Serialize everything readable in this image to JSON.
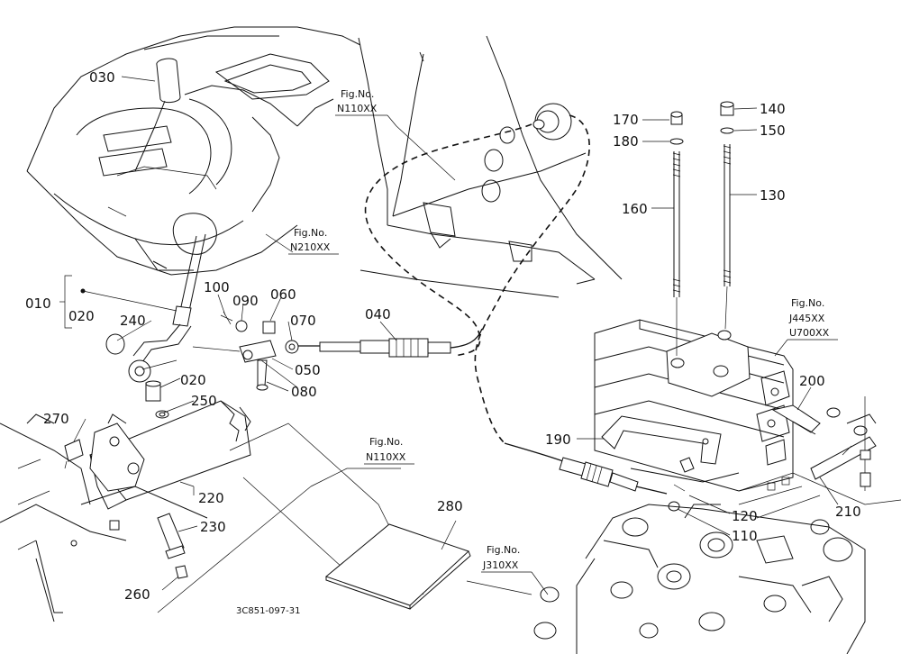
{
  "diagram_code": "3C851-097-31",
  "part_labels": {
    "p010": "010",
    "p020a": "020",
    "p020b": "020",
    "p030": "030",
    "p040": "040",
    "p050": "050",
    "p060": "060",
    "p070": "070",
    "p080": "080",
    "p090": "090",
    "p100": "100",
    "p110": "110",
    "p120": "120",
    "p130": "130",
    "p140": "140",
    "p150": "150",
    "p160": "160",
    "p170": "170",
    "p180": "180",
    "p190": "190",
    "p200": "200",
    "p210": "210",
    "p220": "220",
    "p230": "230",
    "p240": "240",
    "p250": "250",
    "p260": "260",
    "p270": "270",
    "p280": "280"
  },
  "fig_refs": {
    "n110_top": {
      "label": "Fig.No.",
      "code": "N110XX"
    },
    "n210": {
      "label": "Fig.No.",
      "code": "N210XX"
    },
    "j445": {
      "label": "Fig.No.",
      "code": "J445XX",
      "code2": "U700XX"
    },
    "n110_mid": {
      "label": "Fig.No.",
      "code": "N110XX"
    },
    "j310": {
      "label": "Fig.No.",
      "code": "J310XX"
    }
  }
}
